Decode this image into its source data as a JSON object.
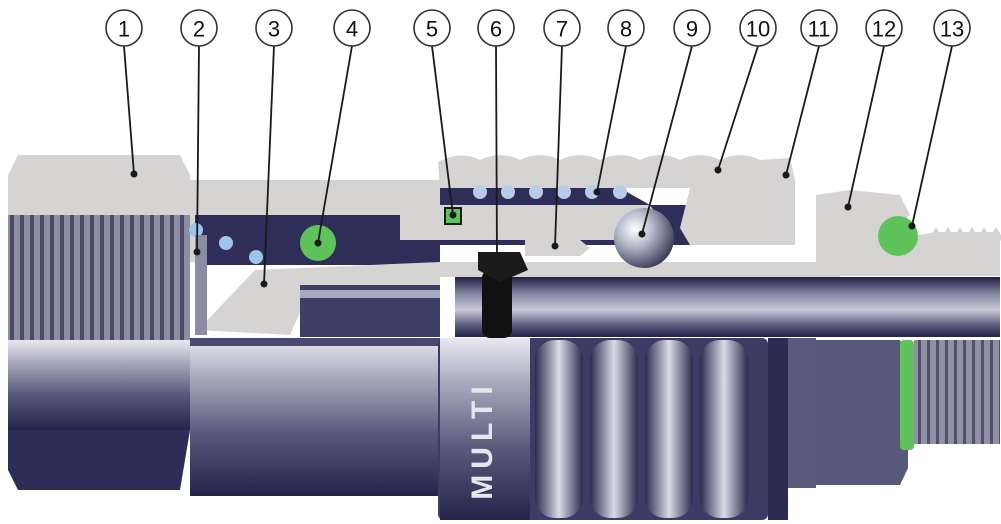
{
  "diagram": {
    "callouts": [
      {
        "id": "1",
        "label": "1"
      },
      {
        "id": "2",
        "label": "2"
      },
      {
        "id": "3",
        "label": "3"
      },
      {
        "id": "4",
        "label": "4"
      },
      {
        "id": "5",
        "label": "5"
      },
      {
        "id": "6",
        "label": "6"
      },
      {
        "id": "7",
        "label": "7"
      },
      {
        "id": "8",
        "label": "8"
      },
      {
        "id": "9",
        "label": "9"
      },
      {
        "id": "10",
        "label": "10"
      },
      {
        "id": "11",
        "label": "11"
      },
      {
        "id": "12",
        "label": "12"
      },
      {
        "id": "13",
        "label": "13"
      }
    ],
    "brand_text": "MULTI",
    "colors": {
      "steel_light": "#d7d5d3",
      "steel_dark": "#2d2d55",
      "seal_green": "#5ec45a",
      "chrome": "#8c8fa0",
      "black_seal": "#111111"
    }
  }
}
